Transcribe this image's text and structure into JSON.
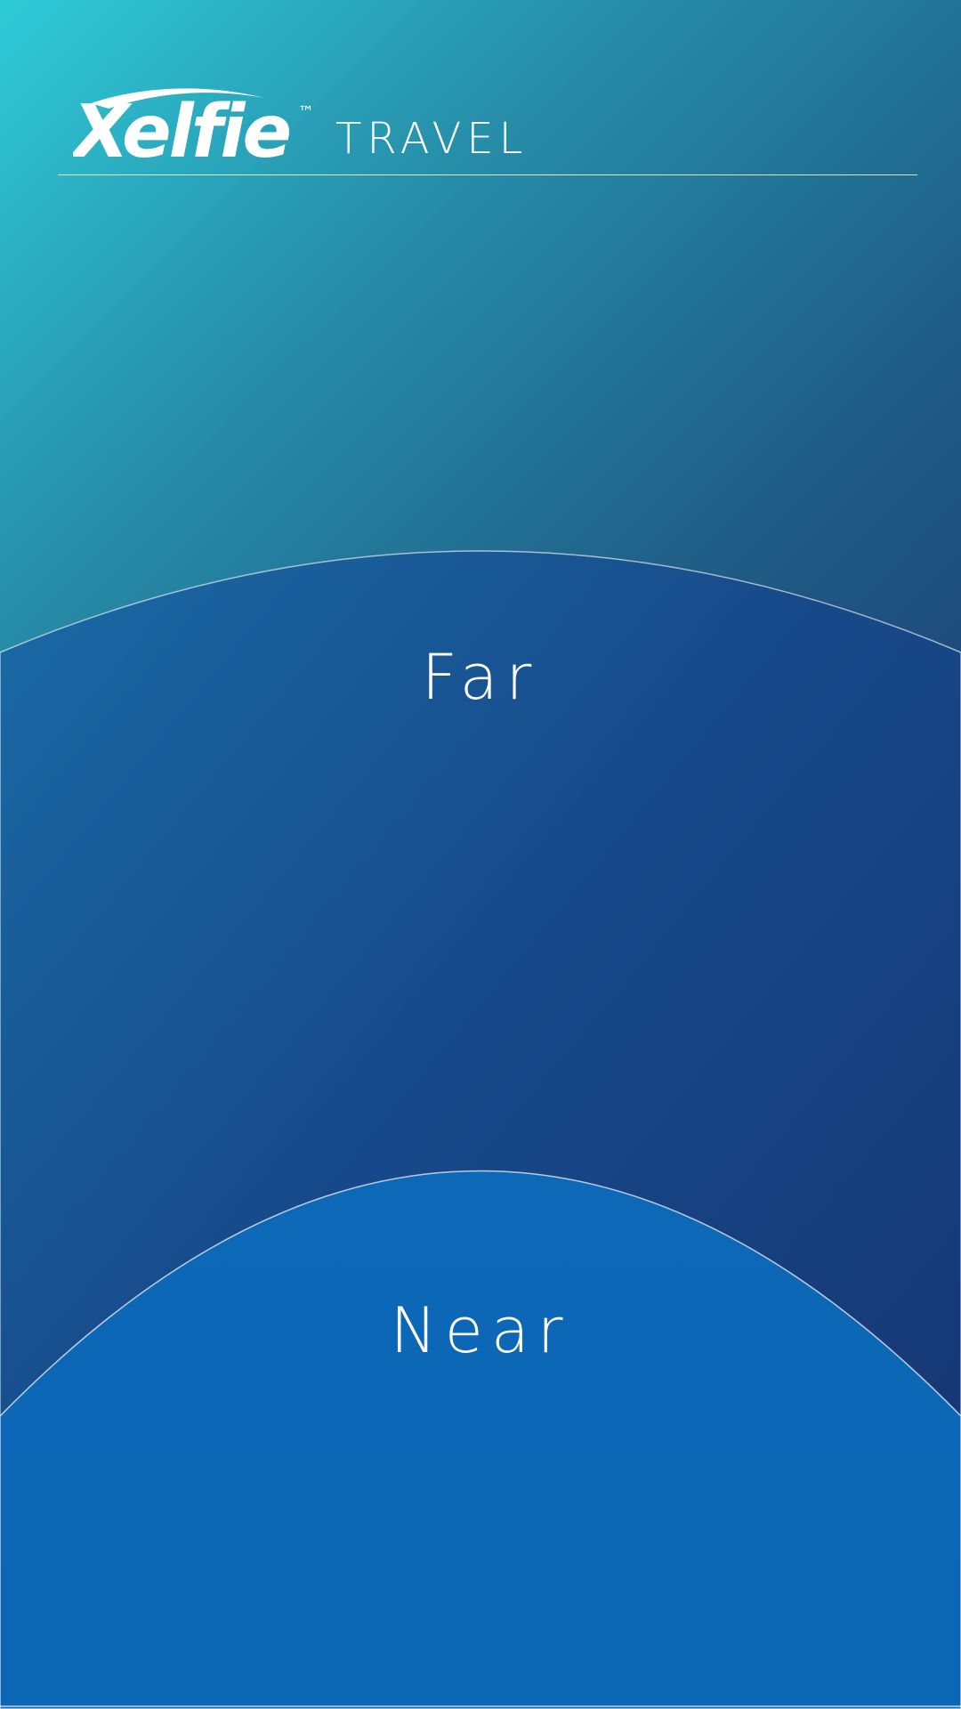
{
  "brand": {
    "logo_text": "Xelfie",
    "trademark": "™",
    "product": "TRAVEL"
  },
  "zones": {
    "far": {
      "label": "Far"
    },
    "near": {
      "label": "Near"
    }
  },
  "colors": {
    "gradient_top_left": "#2fcbd8",
    "gradient_bottom_right": "#1b2a62",
    "far_zone": "#175a99",
    "near_zone": "#0c67b5",
    "text": "#ffffff"
  }
}
